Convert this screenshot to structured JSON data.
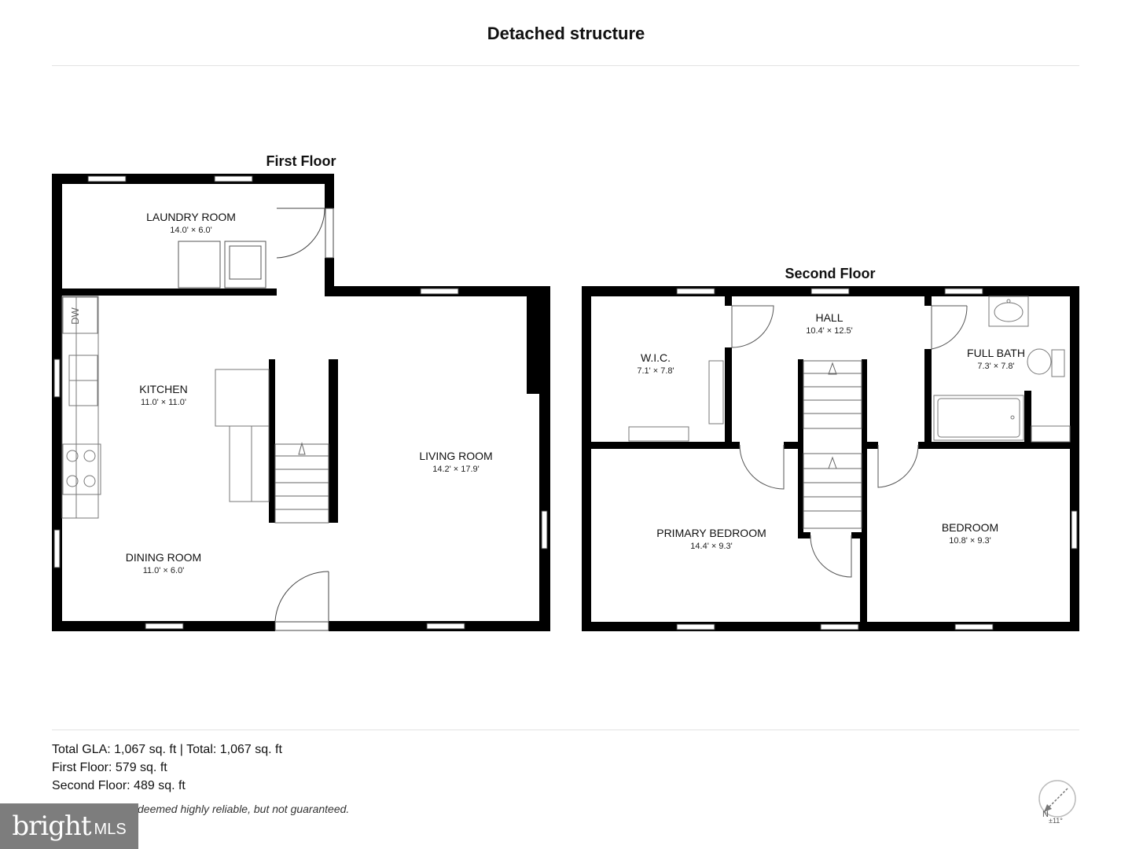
{
  "header": {
    "title": "Detached structure"
  },
  "floors": {
    "first": {
      "title": "First Floor",
      "rooms": [
        {
          "id": "laundry",
          "name": "LAUNDRY ROOM",
          "dims": "14.0' × 6.0'"
        },
        {
          "id": "kitchen",
          "name": "KITCHEN",
          "dims": "11.0' × 11.0'"
        },
        {
          "id": "living",
          "name": "LIVING ROOM",
          "dims": "14.2' × 17.9'"
        },
        {
          "id": "dining",
          "name": "DINING ROOM",
          "dims": "11.0' × 6.0'"
        }
      ],
      "appliance_labels": {
        "dishwasher": "DW"
      }
    },
    "second": {
      "title": "Second Floor",
      "rooms": [
        {
          "id": "wic",
          "name": "W.I.C.",
          "dims": "7.1' × 7.8'"
        },
        {
          "id": "hall",
          "name": "HALL",
          "dims": "10.4' × 12.5'"
        },
        {
          "id": "full-bath",
          "name": "FULL BATH",
          "dims": "7.3' × 7.8'"
        },
        {
          "id": "primary-bedroom",
          "name": "PRIMARY BEDROOM",
          "dims": "14.4' × 9.3'"
        },
        {
          "id": "bedroom",
          "name": "BEDROOM",
          "dims": "10.8' × 9.3'"
        }
      ]
    }
  },
  "summary": {
    "total": "Total GLA: 1,067 sq. ft | Total: 1,067 sq. ft",
    "first": "First Floor: 579 sq. ft",
    "second": "Second Floor: 489 sq. ft"
  },
  "disclaimer": "deemed highly reliable, but not guaranteed.",
  "logo": {
    "word": "bright",
    "suffix": "MLS"
  },
  "compass": {
    "north_label": "N",
    "tolerance": "±11°"
  }
}
